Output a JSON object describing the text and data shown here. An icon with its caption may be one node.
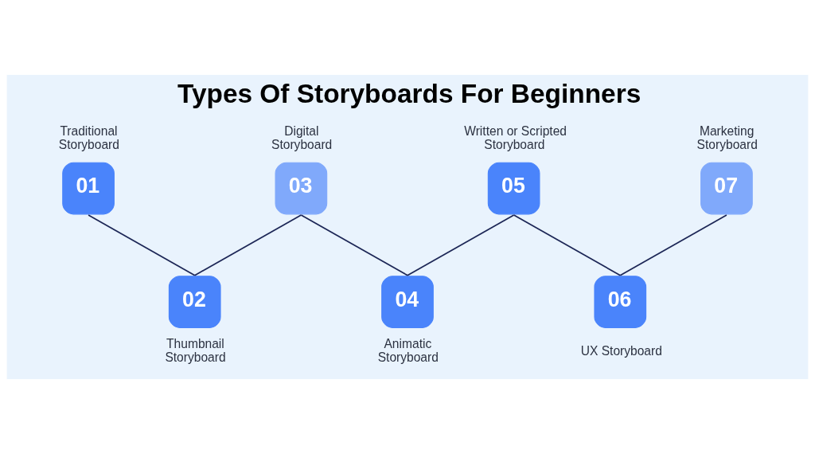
{
  "diagram": {
    "title": "Types Of Storyboards For Beginners",
    "nodes": [
      {
        "text": [
          "01"
        ],
        "beside": [
          "Traditional Storyboard"
        ]
      },
      {
        "text": [
          "02"
        ],
        "beside": [
          "Thumbnail Storyboard"
        ]
      },
      {
        "text": [
          "03"
        ],
        "beside": [
          "Digital Storyboard"
        ]
      },
      {
        "text": [
          "04"
        ],
        "beside": [
          "Animatic Storyboard"
        ]
      },
      {
        "text": [
          "05"
        ],
        "beside": [
          "Written or Scripted Storyboard"
        ]
      },
      {
        "text": [
          "06"
        ],
        "beside": [
          "UX Storyboard"
        ]
      },
      {
        "text": [
          "07"
        ],
        "beside": [
          "Marketing Storyboard"
        ]
      }
    ],
    "edges": [
      {
        "from": 0,
        "to": 1,
        "arrow": "none"
      },
      {
        "from": 1,
        "to": 2,
        "arrow": "none"
      },
      {
        "from": 2,
        "to": 3,
        "arrow": "none"
      },
      {
        "from": 3,
        "to": 4,
        "arrow": "none"
      },
      {
        "from": 4,
        "to": 5,
        "arrow": "none"
      },
      {
        "from": 5,
        "to": 6,
        "arrow": "none"
      }
    ]
  }
}
